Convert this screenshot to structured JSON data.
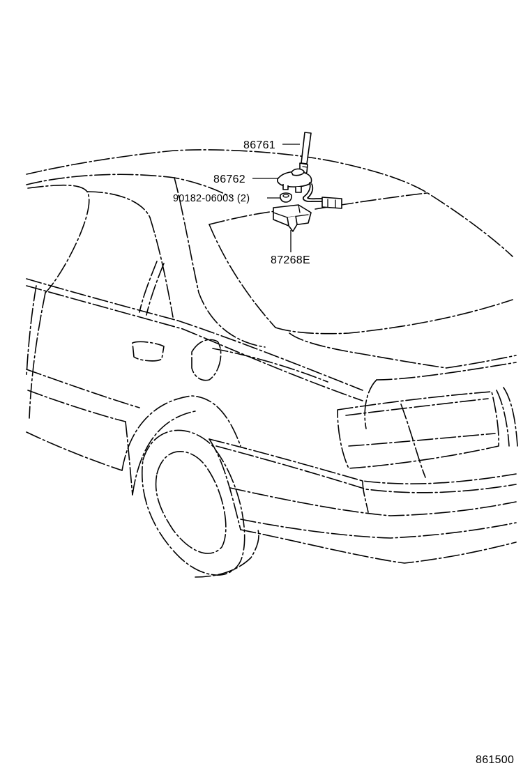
{
  "parts": [
    {
      "part_number": "86761"
    },
    {
      "part_number": "86762"
    },
    {
      "part_number": "90182-06003",
      "quantity": "(2)"
    },
    {
      "part_number": "87268E"
    }
  ],
  "illustration_code": "861500"
}
